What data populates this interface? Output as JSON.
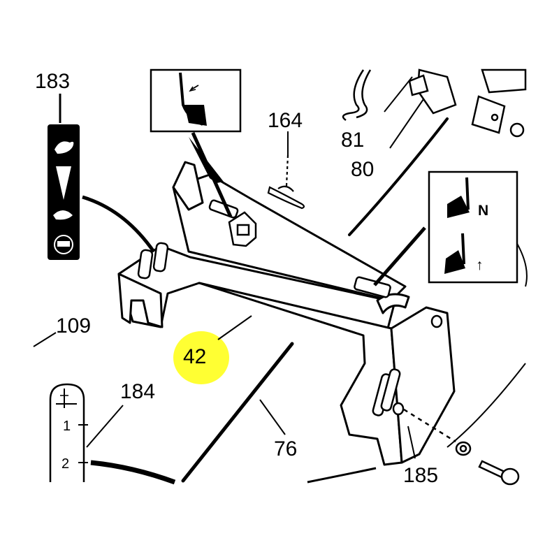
{
  "callouts": {
    "c183": "183",
    "c164": "164",
    "c81": "81",
    "c80": "80",
    "c109": "109",
    "c42": "42",
    "c184": "184",
    "c76": "76",
    "c185": "185"
  },
  "decal_labels": {
    "neutral": "N",
    "up_arrow": "↑"
  },
  "scale_labels": {
    "one": "1",
    "two": "2"
  },
  "colors": {
    "highlight": "#ffff33",
    "ink": "#000000"
  }
}
